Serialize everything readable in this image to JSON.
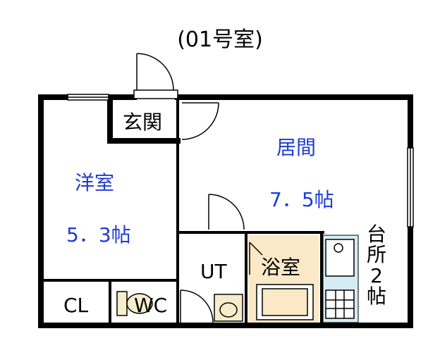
{
  "title": "(01号室)",
  "rooms": {
    "western": {
      "name": "洋室",
      "size": "5．3帖"
    },
    "living": {
      "name": "居間",
      "size": "7．5帖"
    },
    "entrance": {
      "name": "玄関"
    },
    "utility": {
      "name": "UT"
    },
    "bath": {
      "name": "浴室"
    },
    "wc": {
      "name": "WC"
    },
    "closet": {
      "name": "CL"
    },
    "kitchen": {
      "name": [
        "台",
        "所",
        "2",
        "帖"
      ]
    }
  },
  "colors": {
    "wall": "#000000",
    "room_label": "#1e3bd6",
    "bath_fill": "#fbe8c6",
    "fixture_fill": "#f6eecb",
    "kitchen_fill": "#d6ecf5"
  }
}
